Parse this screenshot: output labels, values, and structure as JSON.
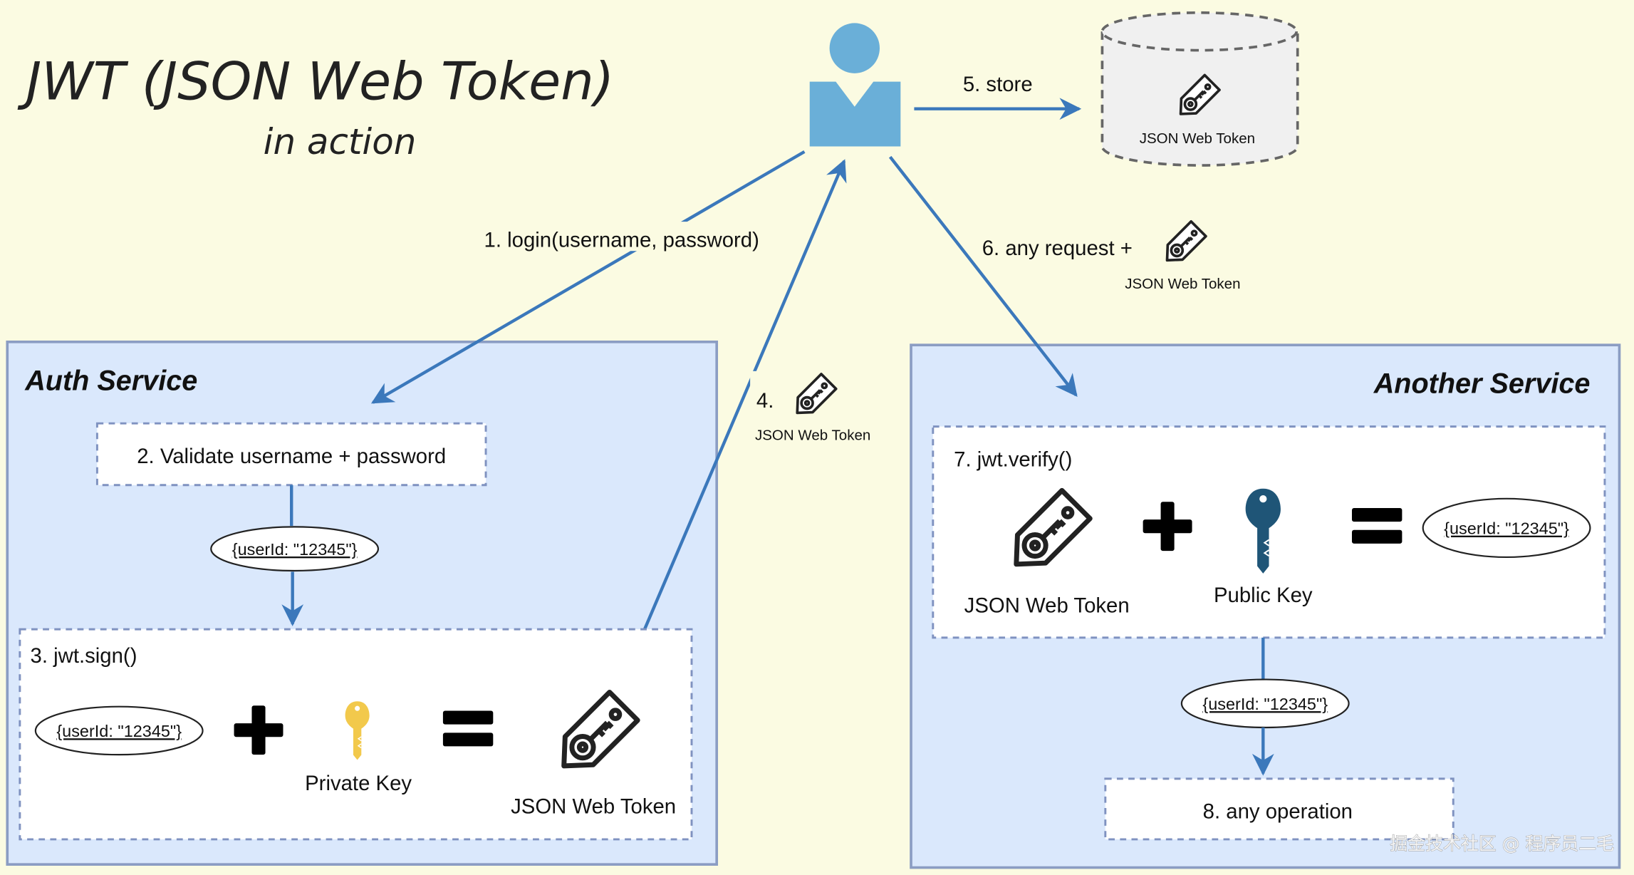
{
  "title": "JWT (JSON Web Token)",
  "subtitle": "in action",
  "colors": {
    "background": "#fbfbe2",
    "service_fill": "#dae8fc",
    "service_stroke": "#8b9dc3",
    "arrow": "#3b78bb",
    "user": "#6aafd8",
    "private_key": "#f2c94c",
    "public_key": "#1f5577"
  },
  "user": {
    "icon": "user-icon"
  },
  "storage": {
    "icon": "database-cylinder-icon",
    "token_label": "JSON Web Token"
  },
  "steps": {
    "login": "1. login(username, password)",
    "validate": "2. Validate username + password",
    "sign": "3. jwt.sign()",
    "return_token": "4.",
    "return_token_label": "JSON Web Token",
    "store": "5. store",
    "request": "6. any request +",
    "request_token_label": "JSON Web Token",
    "verify": "7. jwt.verify()",
    "operation": "8. any operation"
  },
  "auth_service": {
    "title": "Auth Service",
    "payload": "{userId: \"12345\"}",
    "sign_payload": "{userId: \"12345\"}",
    "private_key_label": "Private Key",
    "token_label": "JSON Web Token"
  },
  "another_service": {
    "title": "Another Service",
    "token_label": "JSON Web Token",
    "public_key_label": "Public Key",
    "verify_result": "{userId: \"12345\"}",
    "payload": "{userId: \"12345\"}"
  },
  "watermark": "掘金技术社区 @ 程序员二毛"
}
